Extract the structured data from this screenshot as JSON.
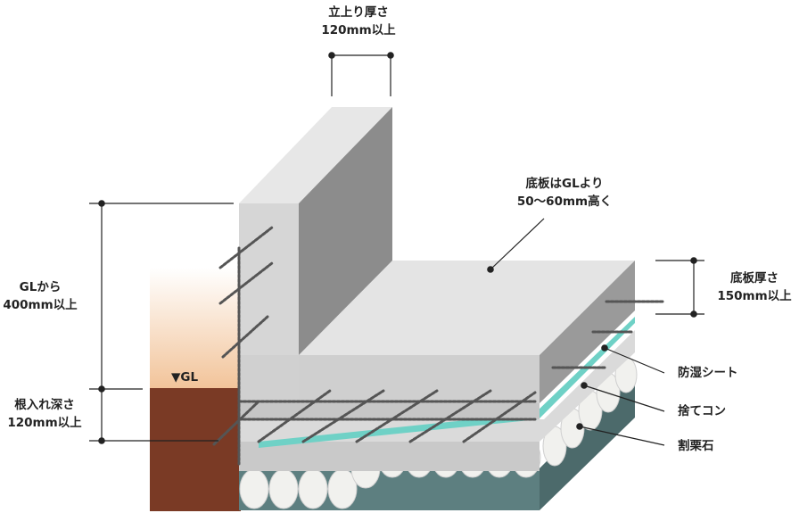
{
  "labels": {
    "wall_thickness": {
      "line1": "立上り厚さ",
      "line2": "120mm以上"
    },
    "slab_above_gl": {
      "line1": "底板はGLより",
      "line2": "50〜60mm高く"
    },
    "slab_thickness": {
      "line1": "底板厚さ",
      "line2": "150mm以上"
    },
    "height_from_gl": {
      "line1": "GLから",
      "line2": "400mm以上"
    },
    "gl_marker": "▼GL",
    "embed_depth": {
      "line1": "根入れ深さ",
      "line2": "120mm以上"
    },
    "moisture_sheet": "防湿シート",
    "lean_concrete": "捨てコン",
    "crushed_stone": "割栗石"
  },
  "colors": {
    "concrete_top": "#e2e2e2",
    "concrete_front": "#cdcdcd",
    "concrete_dark": "#8f8f8f",
    "soil": "#7a3a25",
    "gravel_bed": "#5d7f80",
    "moisture_sheet": "#6fd1c6",
    "rebar": "#555555"
  }
}
